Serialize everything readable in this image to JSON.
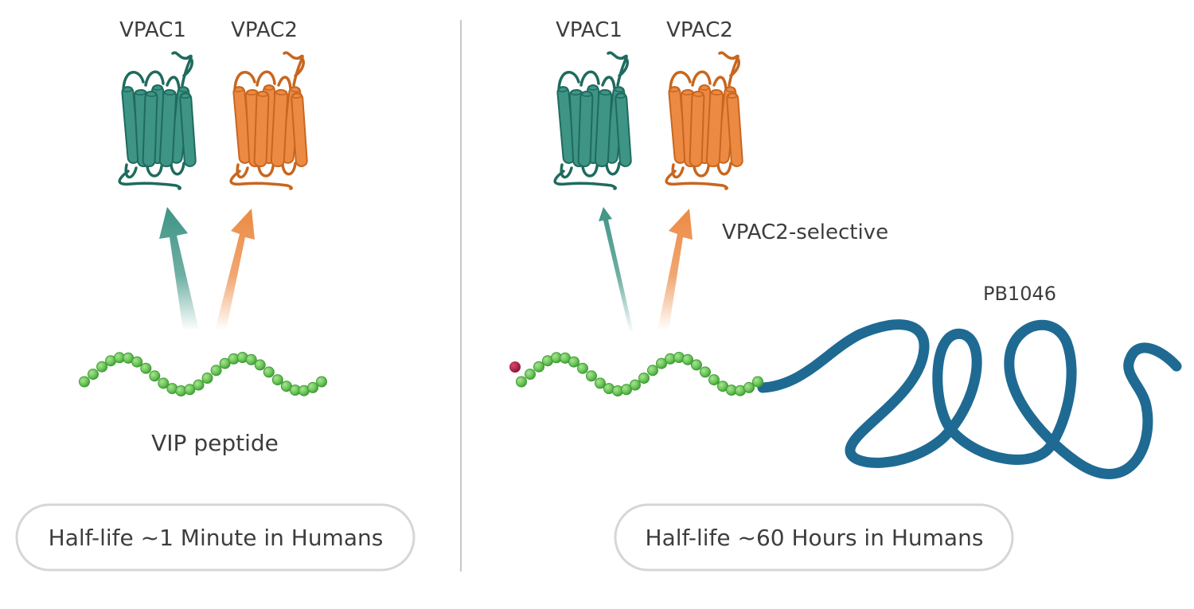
{
  "left_panel": {
    "receptor_1_label": "VPAC1",
    "receptor_2_label": "VPAC2",
    "peptide_label": "VIP peptide",
    "half_life_label": "Half-life ~1 Minute in Humans"
  },
  "right_panel": {
    "receptor_1_label": "VPAC1",
    "receptor_2_label": "VPAC2",
    "selectivity_label": "VPAC2-selective",
    "polymer_label": "PB1046",
    "half_life_label": "Half-life ~60 Hours in Humans"
  },
  "colors": {
    "vpac1": "#3e9485",
    "vpac1_dark": "#1f6b5e",
    "vpac2": "#ec8a43",
    "vpac2_dark": "#c8661f",
    "peptide": "#6cc55a",
    "peptide_dark": "#3f9b34",
    "polymer": "#1f6a92",
    "end_cap": "#a31c3e",
    "divider": "#c8c8c8",
    "pill_border": "#d6d6d6"
  }
}
